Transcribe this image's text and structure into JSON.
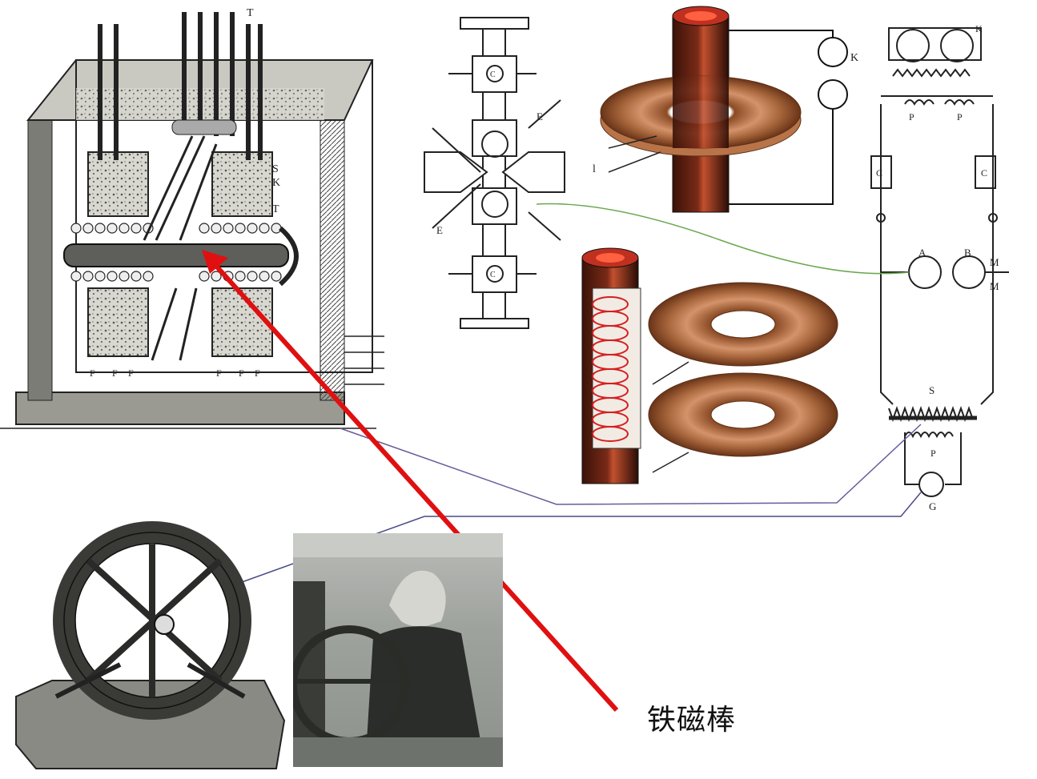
{
  "annotation": {
    "text": "铁磁棒"
  },
  "labels": {
    "tank": {
      "s1": "S",
      "k1": "K",
      "t1": "T",
      "f1": "F",
      "f2": "F",
      "f3": "F",
      "f4": "F",
      "f5": "F",
      "f6": "F",
      "t_top": "T"
    },
    "crystal": {
      "e1": "E",
      "e2": "E",
      "c1": "C",
      "c2": "C"
    },
    "coil": {
      "k": "K",
      "l": "l"
    },
    "circuit": {
      "k": "K",
      "p1": "P",
      "p2": "P",
      "a": "A",
      "b": "B",
      "m1": "M",
      "m2": "M",
      "s": "S",
      "p3": "P",
      "g": "G",
      "c1": "C",
      "c2": "C"
    }
  },
  "colors": {
    "arrow": "#e01010",
    "copper": "#b06a3a",
    "darkcopper": "#5a2418",
    "green_wire": "#6aa84f",
    "purple_wire": "#6a5a9a",
    "ink": "#222222"
  }
}
